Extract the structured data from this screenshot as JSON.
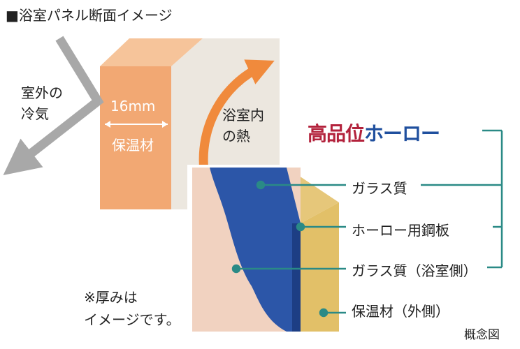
{
  "title": "■浴室パネル断面イメージ",
  "outside_cold": [
    "室外の",
    "冷気"
  ],
  "thickness": "16mm",
  "insulation_label": "保温材",
  "bath_heat": [
    "浴室内",
    "の熱"
  ],
  "brand": {
    "part1": "高品位",
    "part2": "ホーロー",
    "color1": "#b3223c",
    "color2": "#1f4f9e"
  },
  "layers": [
    "ガラス質",
    "ホーロー用鋼板",
    "ガラス質（浴室側）",
    "保温材（外側）"
  ],
  "note": [
    "※厚みは",
    "イメージです。"
  ],
  "caption": "概念図",
  "colors": {
    "leader": "#2a8a86",
    "arrow_orange": "#f08a3c",
    "arrow_gray": "#a8a8a8"
  }
}
